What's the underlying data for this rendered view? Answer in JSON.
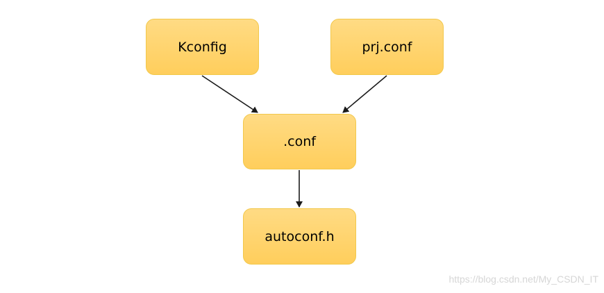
{
  "nodes": {
    "kconfig": "Kconfig",
    "prj_conf": "prj.conf",
    "conf": ".conf",
    "autoconf": "autoconf.h"
  },
  "edges": [
    {
      "from": "Kconfig",
      "to": ".conf"
    },
    {
      "from": "prj.conf",
      "to": ".conf"
    },
    {
      "from": ".conf",
      "to": "autoconf.h"
    }
  ],
  "watermark": "https://blog.csdn.net/My_CSDN_IT",
  "colors": {
    "node_fill": "#ffd06a",
    "node_border": "#f2c84b",
    "arrow": "#1a1a1a"
  }
}
